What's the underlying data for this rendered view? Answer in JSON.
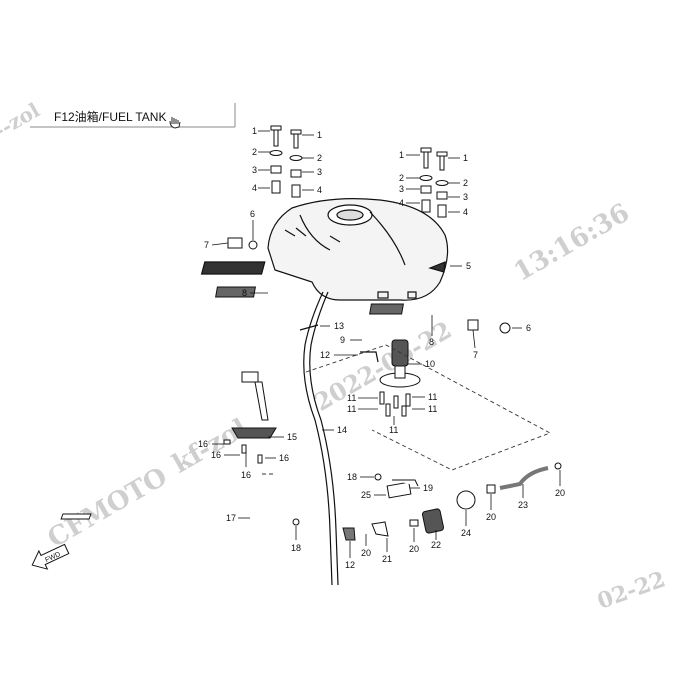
{
  "header": {
    "title": "F12油箱/FUEL TANK",
    "cursor_icon": "hand-pointer-icon"
  },
  "watermarks": {
    "user": "kf-zol",
    "user_fragment": "--zol",
    "timestamp": "13:16:36",
    "date": "2022-06-22",
    "date_fragment": "02-22",
    "brand": "CFMOTO"
  },
  "fwd_label": "FWD",
  "callouts": {
    "c1": "1",
    "c2": "2",
    "c3": "3",
    "c4": "4",
    "c5": "5",
    "c6": "6",
    "c7": "7",
    "c8": "8",
    "c9": "9",
    "c10": "10",
    "c11": "11",
    "c12": "12",
    "c13": "13",
    "c14": "14",
    "c15": "15",
    "c16": "16",
    "c17": "17",
    "c18": "18",
    "c19": "19",
    "c20": "20",
    "c21": "21",
    "c22": "22",
    "c23": "23",
    "c24": "24",
    "c25": "25"
  },
  "colors": {
    "line": "#111111",
    "watermark": "#cfcfcf",
    "tank_fill": "#f4f4f4"
  }
}
